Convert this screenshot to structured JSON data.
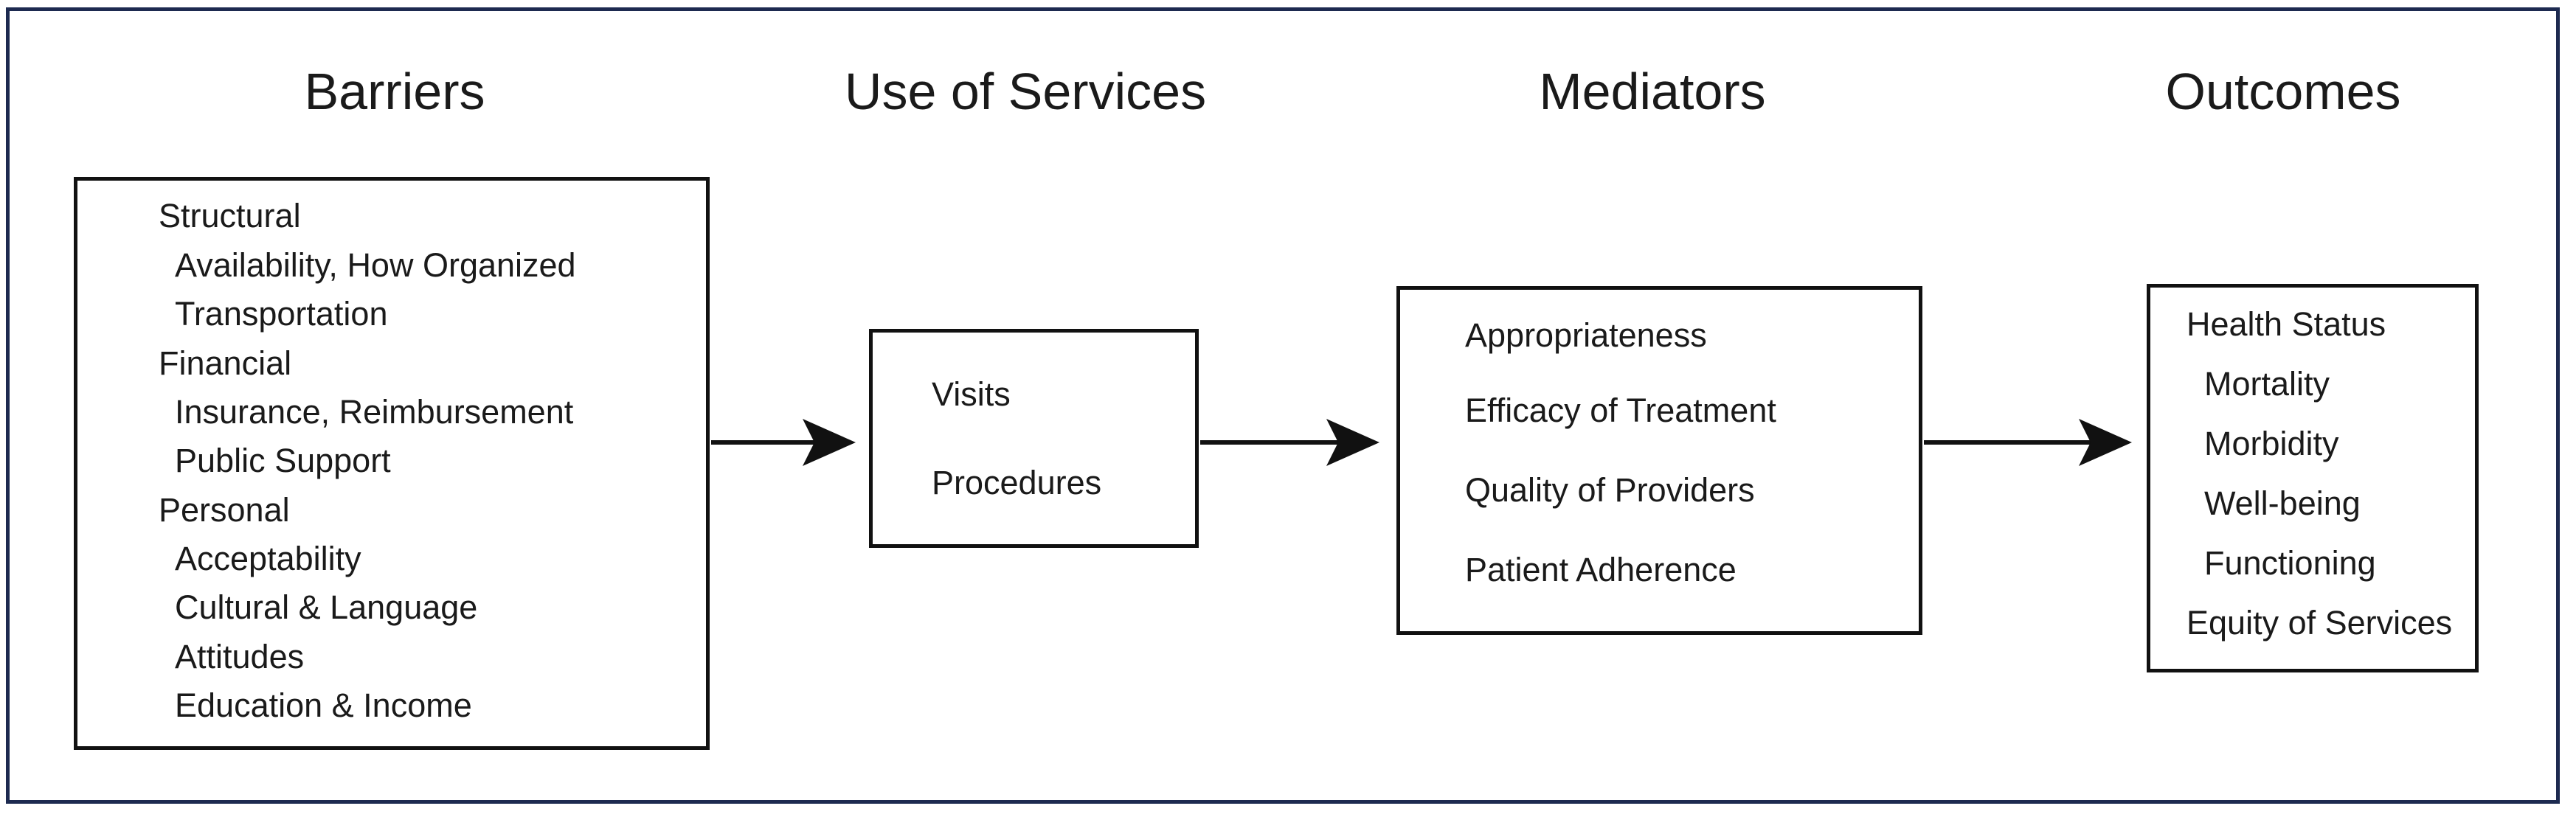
{
  "diagram": {
    "columns": [
      {
        "title": "Barriers",
        "items": [
          "Structural",
          "Availability, How Organized",
          "Transportation",
          "Financial",
          "Insurance, Reimbursement",
          "Public Support",
          "Personal",
          "Acceptability",
          "Cultural & Language",
          "Attitudes",
          "Education & Income"
        ]
      },
      {
        "title": "Use of Services",
        "items": [
          "Visits",
          "Procedures"
        ]
      },
      {
        "title": "Mediators",
        "items": [
          "Appropriateness",
          "Efficacy of Treatment",
          "Quality of Providers",
          "Patient Adherence"
        ]
      },
      {
        "title": "Outcomes",
        "items": [
          "Health Status",
          "Mortality",
          "Morbidity",
          "Well-being",
          "Functioning",
          "Equity of Services"
        ]
      }
    ],
    "colors": {
      "frame": "#1d2a50",
      "box_border": "#111111",
      "arrow": "#111111",
      "text": "#1a1a1a"
    }
  }
}
